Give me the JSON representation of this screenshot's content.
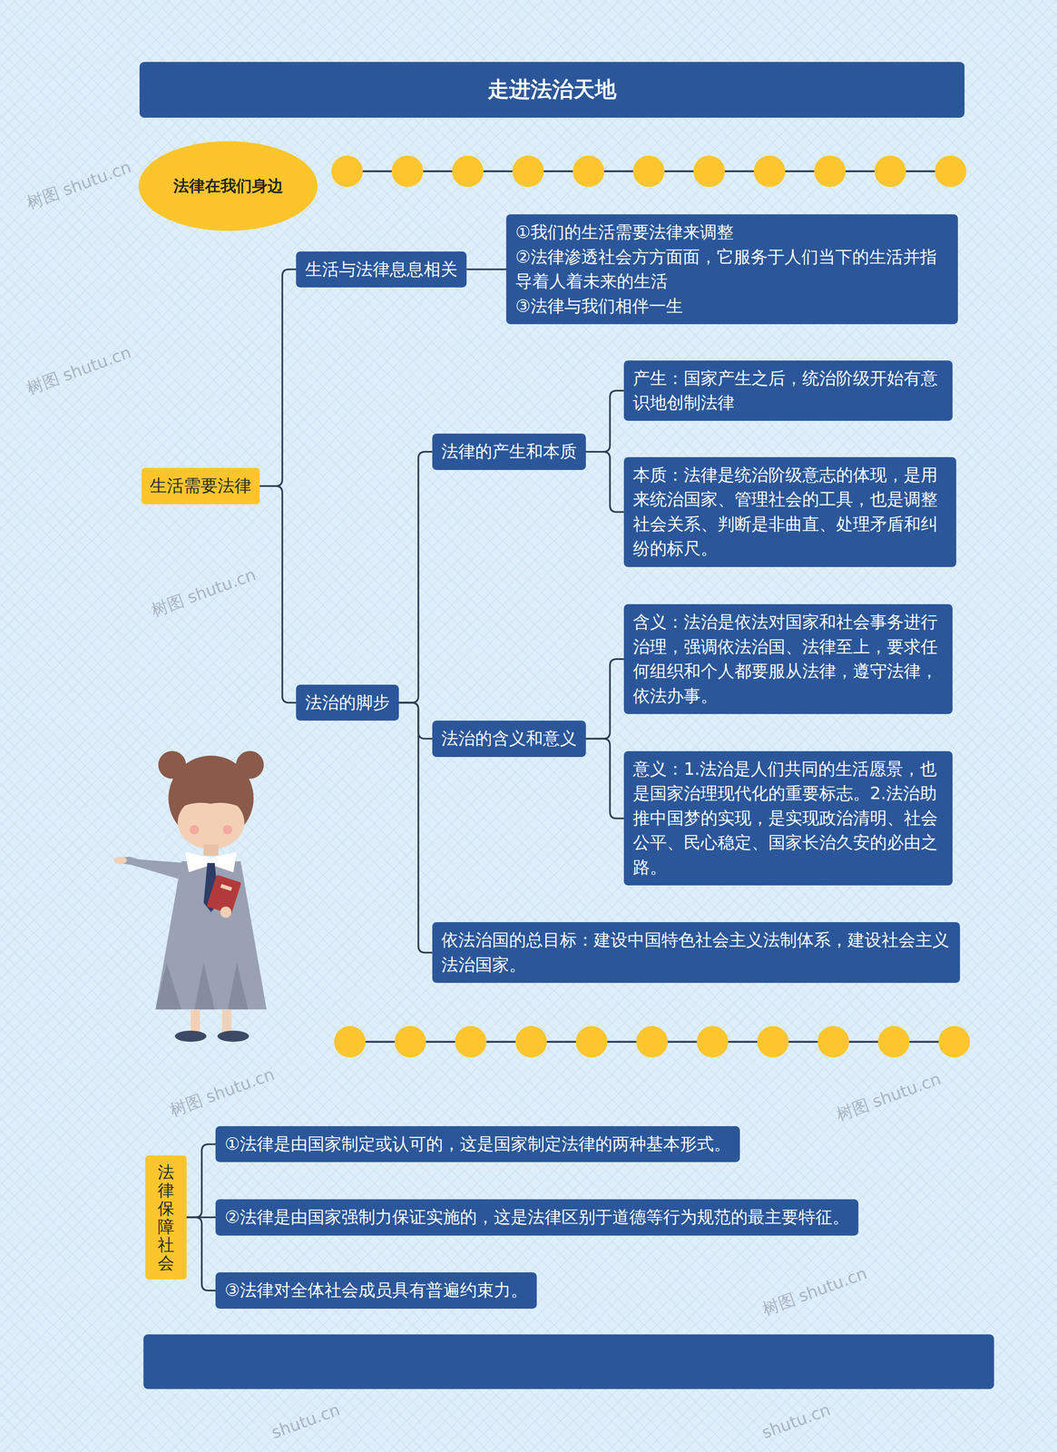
{
  "diagram": {
    "title": "走进法治天地",
    "nodes": [
      {
        "text": [
          "法律在我们身边"
        ]
      },
      {
        "text": [
          "生活需要法律"
        ]
      },
      {
        "text": [
          "生活与法律息息相关"
        ]
      },
      {
        "text": [
          "①我们的生活需要法律来调整",
          "②法律渗透社会方方面面，它服务于人们当下的生活并指导着人着未来的生活",
          "③法律与我们相伴一生"
        ]
      },
      {
        "text": [
          "法治的脚步"
        ]
      },
      {
        "text": [
          "法律的产生和本质"
        ]
      },
      {
        "text": [
          "产生：国家产生之后，统治阶级开始有意识地创制法律"
        ]
      },
      {
        "text": [
          "本质：法律是统治阶级意志的体现，是用来统治国家、管理社会的工具，也是调整社会关系、判断是非曲直、处理矛盾和纠纷的标尺。"
        ]
      },
      {
        "text": [
          "法治的含义和意义"
        ]
      },
      {
        "text": [
          "含义：法治是依法对国家和社会事务进行治理，强调依法治国、法律至上，要求任何组织和个人都要服从法律，遵守法律，依法办事。"
        ]
      },
      {
        "text": [
          "意义：1.法治是人们共同的生活愿景，也是国家治理现代化的重要标志。2.法治助推中国梦的实现，是实现政治清明、社会公平、民心稳定、国家长治久安的必由之路。"
        ]
      },
      {
        "text": [
          "依法治国的总目标：建设中国特色社会主义法制体系，建设社会主义法治国家。"
        ]
      },
      {
        "text": [
          "法律保障社会"
        ]
      },
      {
        "text": [
          "①法律是由国家制定或认可的，这是国家制定法律的两种基本形式。"
        ]
      },
      {
        "text": [
          "②法律是由国家强制力保证实施的，这是法律区别于道德等行为规范的最主要特征。"
        ]
      },
      {
        "text": [
          "③法律对全体社会成员具有普遍约束力。"
        ]
      }
    ],
    "edges": [
      {
        "from": 1,
        "to": 2,
        "arrow": "none"
      },
      {
        "from": 1,
        "to": 4,
        "arrow": "none"
      },
      {
        "from": 2,
        "to": 3,
        "arrow": "none"
      },
      {
        "from": 4,
        "to": 5,
        "arrow": "none"
      },
      {
        "from": 4,
        "to": 8,
        "arrow": "none"
      },
      {
        "from": 4,
        "to": 11,
        "arrow": "none"
      },
      {
        "from": 5,
        "to": 6,
        "arrow": "none"
      },
      {
        "from": 5,
        "to": 7,
        "arrow": "none"
      },
      {
        "from": 8,
        "to": 9,
        "arrow": "none"
      },
      {
        "from": 8,
        "to": 10,
        "arrow": "none"
      },
      {
        "from": 12,
        "to": 13,
        "arrow": "none"
      },
      {
        "from": 12,
        "to": 14,
        "arrow": "none"
      },
      {
        "from": 12,
        "to": 15,
        "arrow": "none"
      }
    ],
    "labels": [
      "树图 shutu.cn",
      "树图 shutu.cn",
      "树图 shutu.cn",
      "树图 shutu.cn",
      "树图 shutu.cn",
      "树图 shutu.cn",
      "shutu.cn",
      "shutu.cn"
    ]
  }
}
